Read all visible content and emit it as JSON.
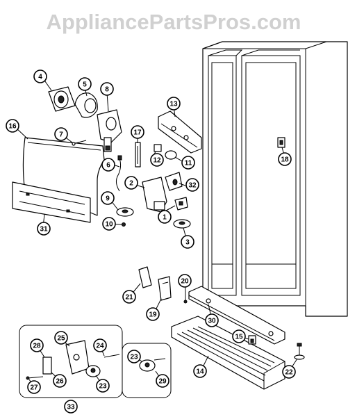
{
  "watermark": "AppliancePartsPros.com",
  "callouts": [
    {
      "label": "1"
    },
    {
      "label": "2"
    },
    {
      "label": "3"
    },
    {
      "label": "4"
    },
    {
      "label": "5"
    },
    {
      "label": "6"
    },
    {
      "label": "7"
    },
    {
      "label": "8"
    },
    {
      "label": "9"
    },
    {
      "label": "10"
    },
    {
      "label": "11"
    },
    {
      "label": "12"
    },
    {
      "label": "13"
    },
    {
      "label": "14"
    },
    {
      "label": "15"
    },
    {
      "label": "16"
    },
    {
      "label": "17"
    },
    {
      "label": "18"
    },
    {
      "label": "19"
    },
    {
      "label": "20"
    },
    {
      "label": "21"
    },
    {
      "label": "22"
    },
    {
      "label": "23"
    },
    {
      "label": "23"
    },
    {
      "label": "24"
    },
    {
      "label": "25"
    },
    {
      "label": "26"
    },
    {
      "label": "27"
    },
    {
      "label": "28"
    },
    {
      "label": "29"
    },
    {
      "label": "30"
    },
    {
      "label": "31"
    },
    {
      "label": "32"
    },
    {
      "label": "33"
    }
  ]
}
